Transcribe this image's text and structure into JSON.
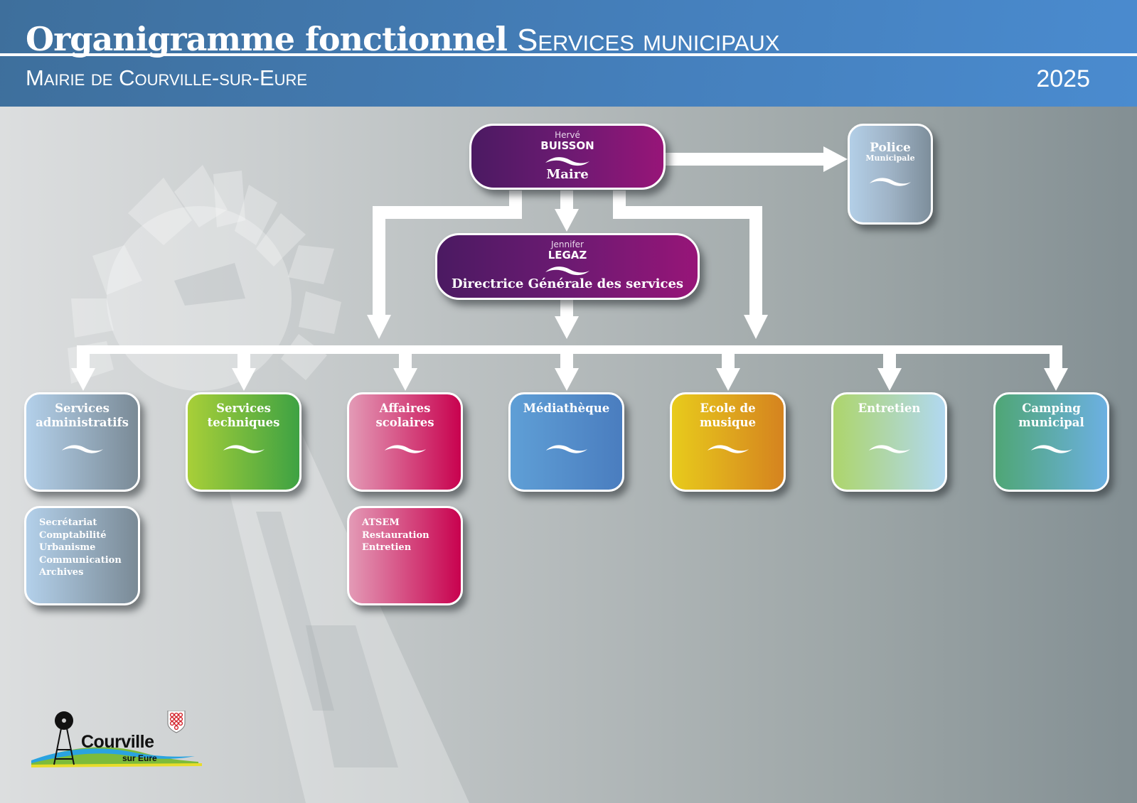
{
  "header": {
    "title_main": "Organigramme fonctionnel",
    "title_sub": "Services municipaux",
    "subtitle": "Mairie de Courville-sur-Eure",
    "year": "2025"
  },
  "colors": {
    "header_blue": "#4580bd",
    "exec_purple_start": "#4b1a62",
    "exec_purple_end": "#971578",
    "connector": "#ffffff"
  },
  "mayor": {
    "first_name": "Hervé",
    "last_name": "BUISSON",
    "role": "Maire",
    "icon": "tilde-wave-icon"
  },
  "police": {
    "title": "Police",
    "subtitle": "Municipale",
    "icon": "tilde-wave-icon"
  },
  "director": {
    "first_name": "Jennifer",
    "last_name": "LEGAZ",
    "role": "Directrice Générale des services",
    "icon": "tilde-wave-icon"
  },
  "services": [
    {
      "label": "Services administratifs",
      "line1": "Services",
      "line2": "administratifs",
      "color_start": "#b3d0ea",
      "color_end": "#7a8a96"
    },
    {
      "label": "Services techniques",
      "line1": "Services",
      "line2": "techniques",
      "color_start": "#a8cf38",
      "color_end": "#3ea243"
    },
    {
      "label": "Affaires scolaires",
      "line1": "Affaires",
      "line2": "scolaires",
      "color_start": "#e39ab6",
      "color_end": "#c8024f"
    },
    {
      "label": "Médiathèque",
      "line1": "Médiathèque",
      "line2": "",
      "color_start": "#5f9fd6",
      "color_end": "#4a7dbf"
    },
    {
      "label": "Ecole de musique",
      "line1": "Ecole de",
      "line2": "musique",
      "color_start": "#e8cb1c",
      "color_end": "#d5831f"
    },
    {
      "label": "Entretien",
      "line1": "Entretien",
      "line2": "",
      "color_start": "#add56b",
      "color_end": "#b1d8f1"
    },
    {
      "label": "Camping municipal",
      "line1": "Camping",
      "line2": "municipal",
      "color_start": "#4fa675",
      "color_end": "#6cb0e2"
    }
  ],
  "sub_services": {
    "administratifs": [
      "Secrétariat",
      "Comptabilité",
      "Urbanisme",
      "Communication",
      "Archives"
    ],
    "scolaires": [
      "ATSEM",
      "Restauration",
      "Entretien"
    ]
  },
  "logo": {
    "name": "Courville",
    "subname": "sur Eure"
  }
}
